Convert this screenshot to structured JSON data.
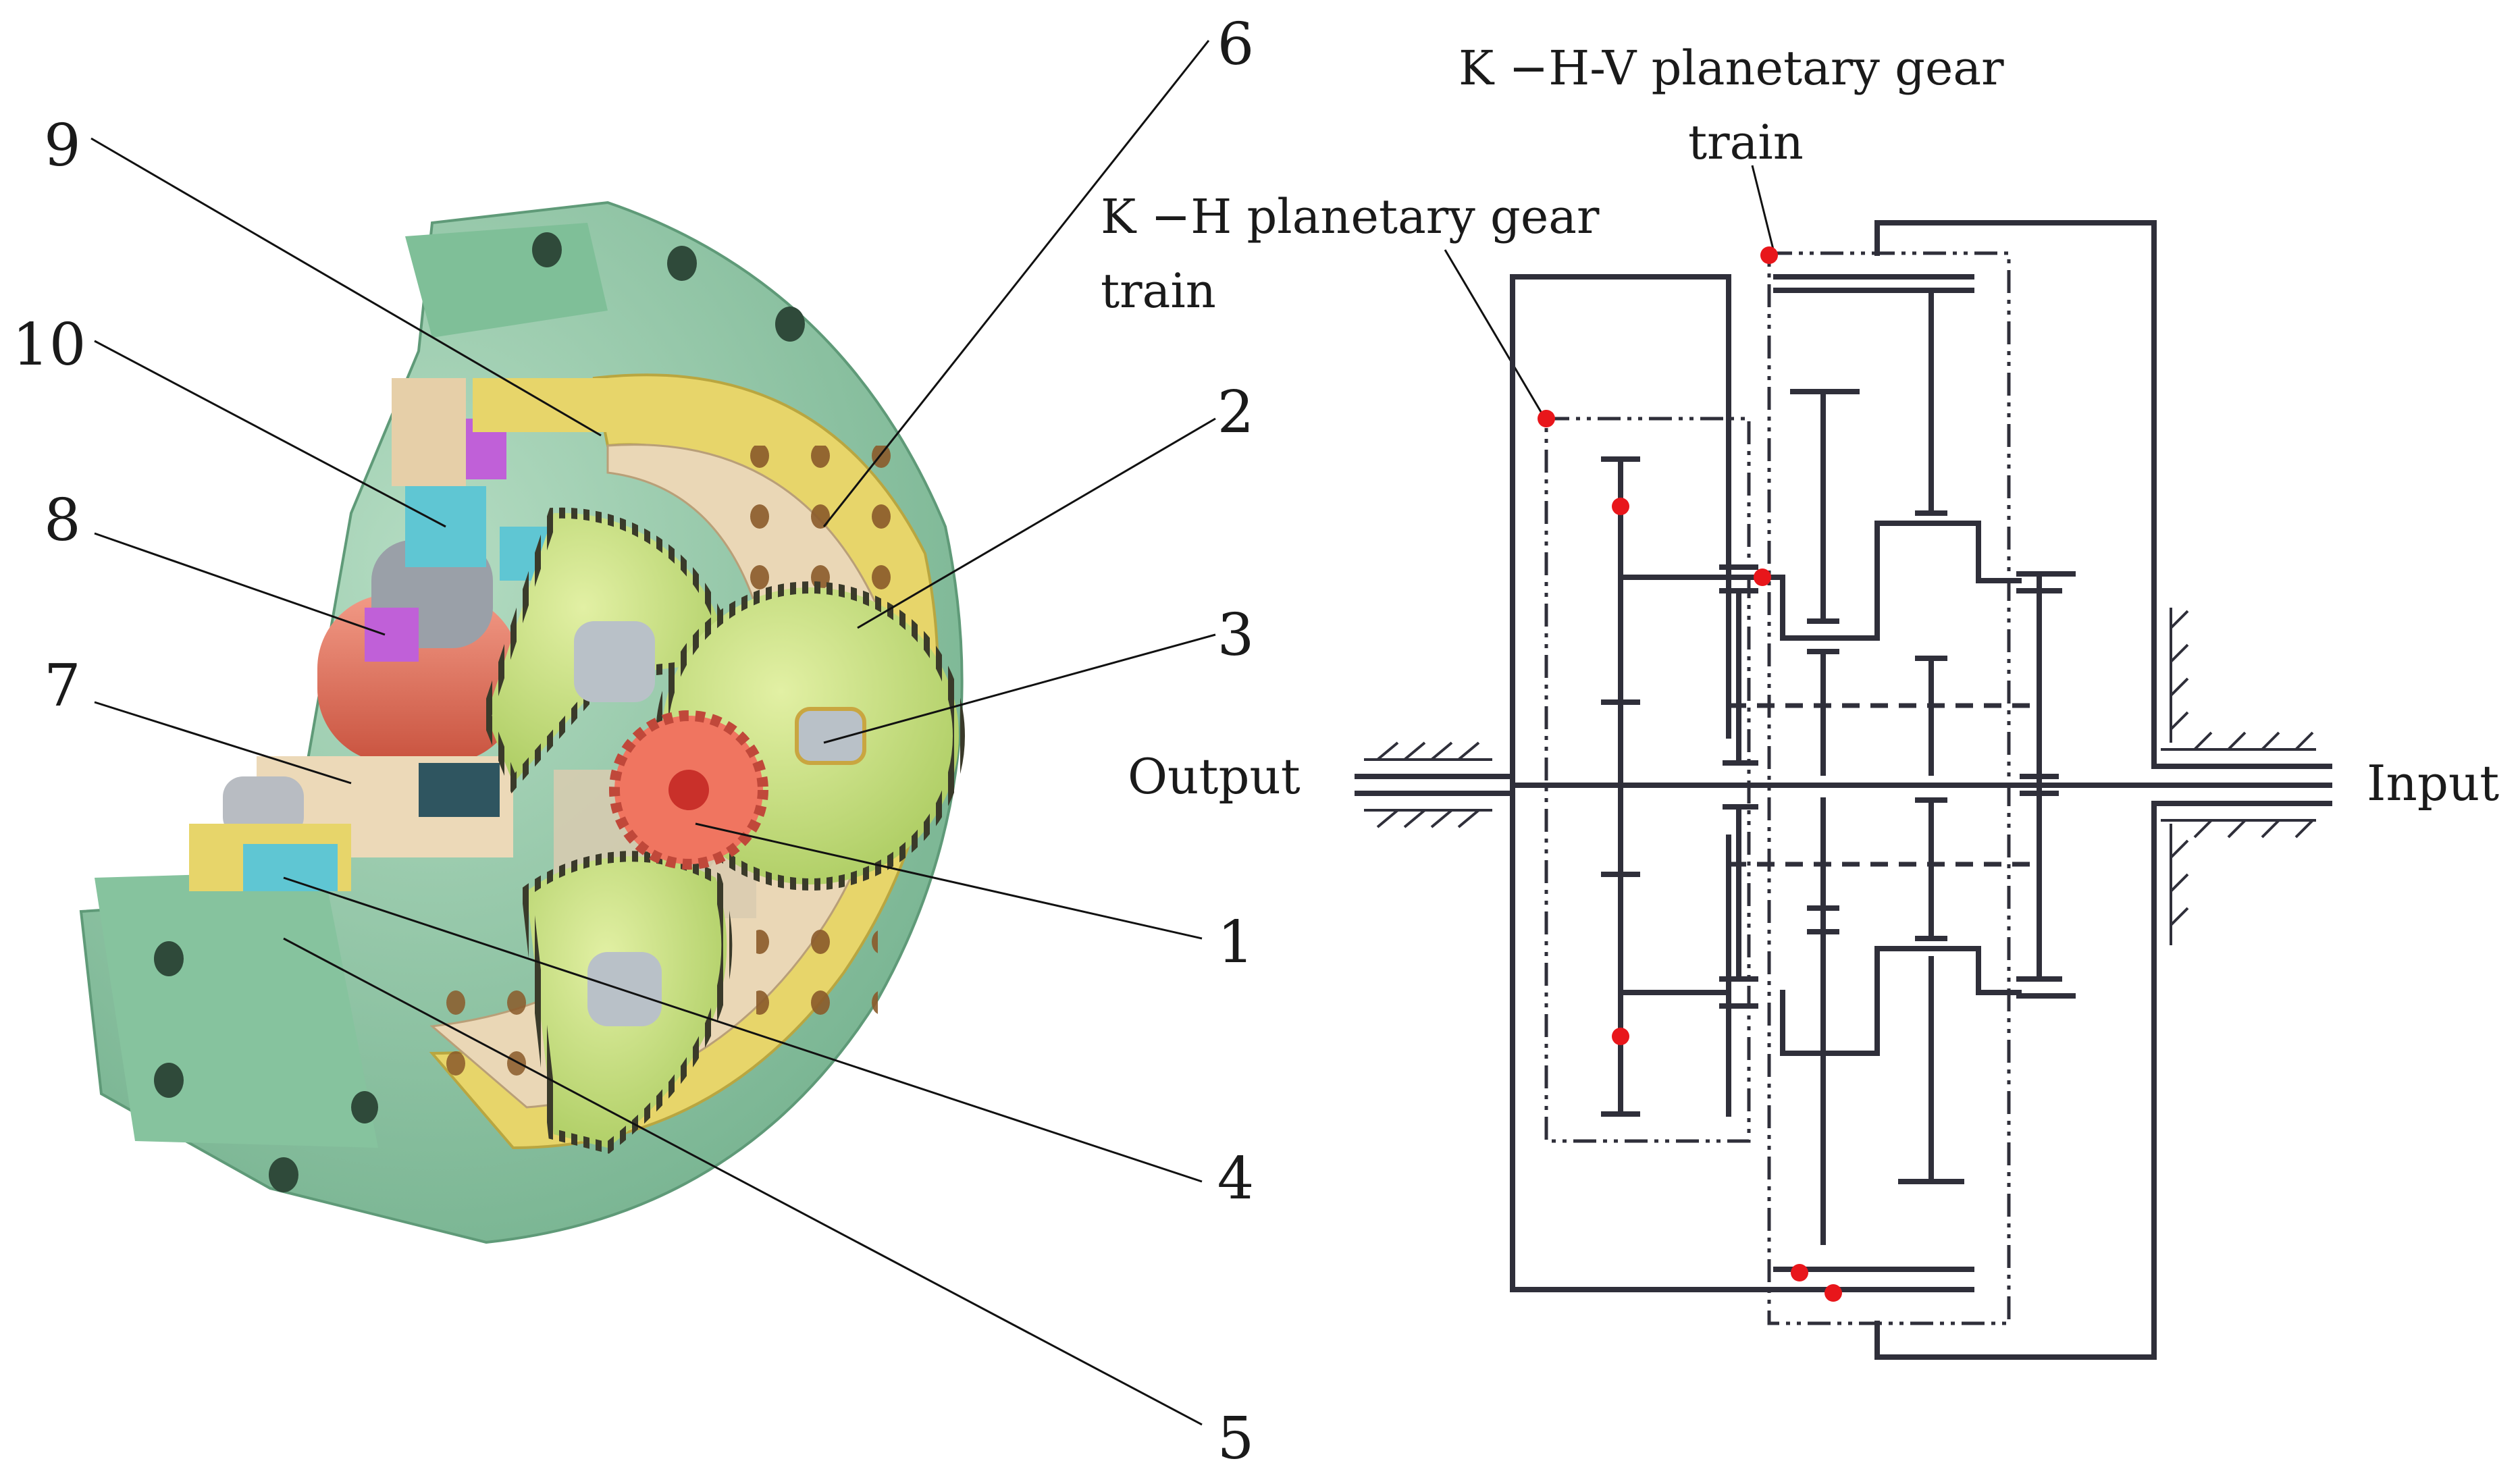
{
  "figure": {
    "part_numbers": [
      "1",
      "2",
      "3",
      "4",
      "5",
      "6",
      "7",
      "8",
      "9",
      "10"
    ],
    "schematic": {
      "kh_label_line1": "K −H planetary gear",
      "kh_label_line2": "train",
      "khv_label_line1": "K −H-V planetary gear",
      "khv_label_line2": "train",
      "output_label": "Output",
      "input_label": "Input"
    }
  },
  "colors": {
    "housing_green": "#8fc9a6",
    "ring_yellow": "#e7d56a",
    "carrier_beige": "#ead7b6",
    "planet_lime": "#c8e07a",
    "sun_red": "#f07560",
    "motor_red": "#e8735e",
    "bearing_cyan": "#5fc6d3",
    "seal_magenta": "#c060d8",
    "marker_red": "#e8161b",
    "line_dark": "#2f2f3a"
  }
}
